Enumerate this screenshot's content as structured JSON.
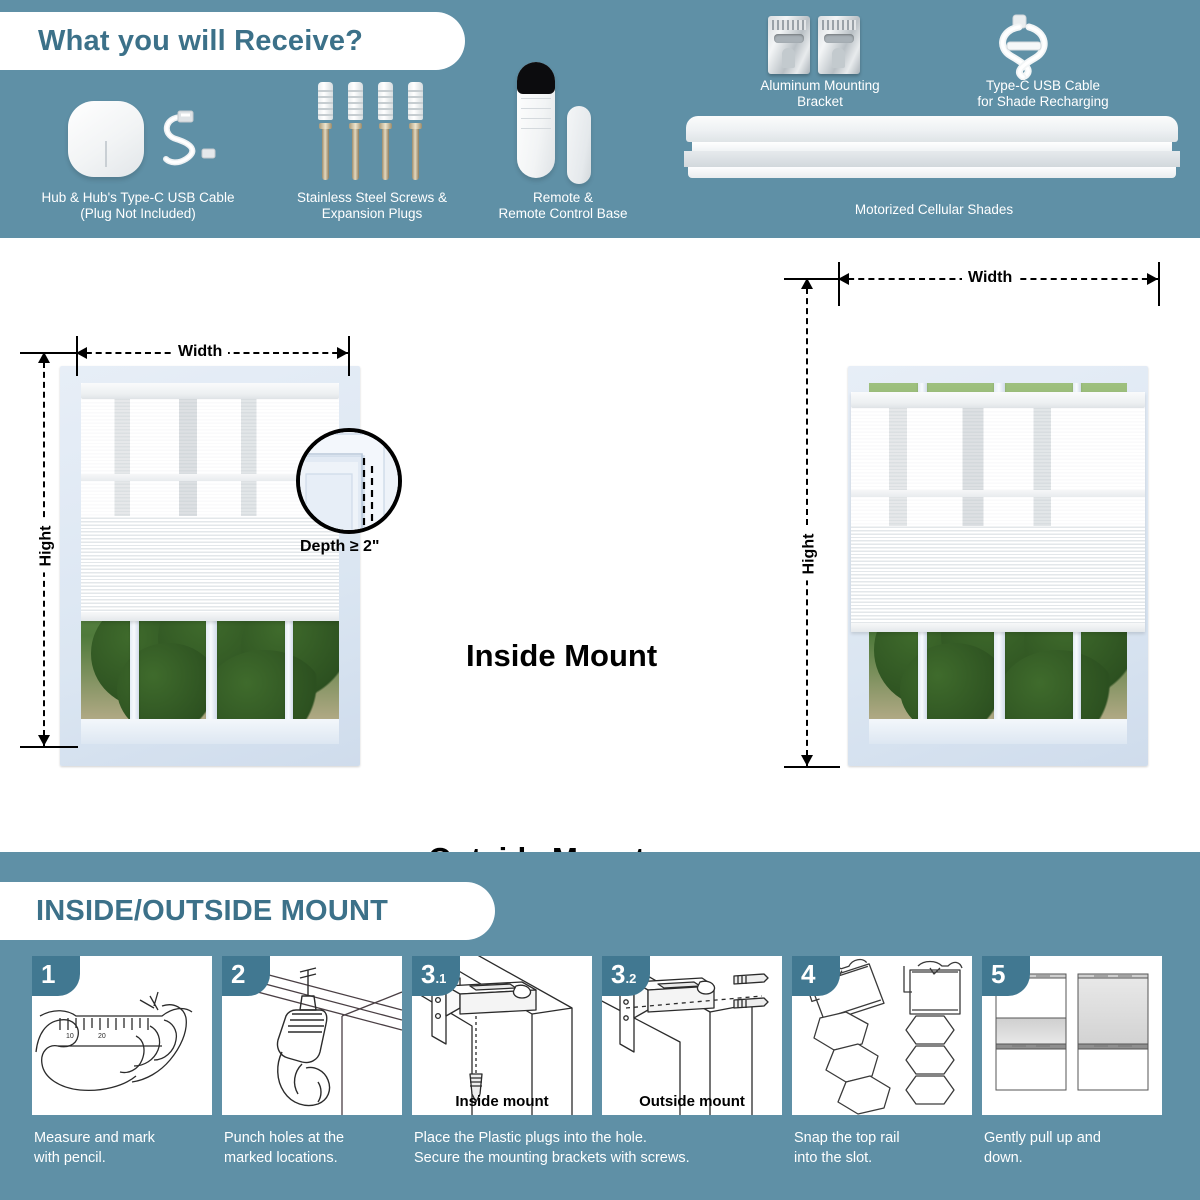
{
  "theme": {
    "teal": "#5f90a6",
    "teal_dark": "#417891",
    "heading_blue": "#3c7189",
    "white": "#ffffff",
    "black": "#000000"
  },
  "top_section": {
    "heading": "What you will Receive?",
    "products": [
      {
        "id": "hub",
        "caption": "Hub & Hub's Type-C USB Cable\n(Plug Not Included)",
        "icon": "hub-and-usb-cable-icon"
      },
      {
        "id": "screws",
        "caption": "Stainless Steel Screws &\nExpansion Plugs",
        "icon": "screws-and-plugs-icon"
      },
      {
        "id": "remote",
        "caption": "Remote &\nRemote Control Base",
        "icon": "remote-control-icon"
      },
      {
        "id": "bracket",
        "caption": "Aluminum Mounting\nBracket",
        "icon": "mounting-bracket-icon"
      },
      {
        "id": "usb",
        "caption": "Type-C USB Cable\nfor Shade Recharging",
        "icon": "usb-cable-icon"
      },
      {
        "id": "shades",
        "caption": "Motorized Cellular Shades",
        "icon": "cellular-shade-bar-icon"
      }
    ]
  },
  "middle_section": {
    "labels": {
      "inside_mount": "Inside Mount",
      "outside_mount": "Outside Mount"
    },
    "diagrams": [
      {
        "id": "inside-mount-diagram",
        "width_label": "Width",
        "height_label": "Hight",
        "detail_label": "Depth ≥ 2\""
      },
      {
        "id": "outside-mount-diagram",
        "width_label": "Width",
        "height_label": "Hight"
      }
    ]
  },
  "bottom_section": {
    "heading": "INSIDE/OUTSIDE MOUNT",
    "steps": [
      {
        "number": "1",
        "sub": "",
        "caption": "Measure and mark\nwith pencil.",
        "image_label": "",
        "icon": "hand-with-ruler-icon"
      },
      {
        "number": "2",
        "sub": "",
        "caption": "Punch holes at the\nmarked locations.",
        "image_label": "",
        "icon": "power-drill-icon"
      },
      {
        "number": "3",
        "sub": ".1",
        "caption": "Place the Plastic plugs into the hole.\nSecure the mounting brackets with screws.",
        "image_label": "Inside mount",
        "icon": "bracket-inside-mount-icon"
      },
      {
        "number": "3",
        "sub": ".2",
        "caption": "",
        "image_label": "Outside mount",
        "icon": "bracket-outside-mount-icon"
      },
      {
        "number": "4",
        "sub": "",
        "caption": "Snap the top rail\ninto the slot.",
        "image_label": "",
        "icon": "top-rail-snap-icon"
      },
      {
        "number": "5",
        "sub": "",
        "caption": "Gently pull up and\ndown.",
        "image_label": "",
        "icon": "shade-pull-icon"
      }
    ]
  }
}
